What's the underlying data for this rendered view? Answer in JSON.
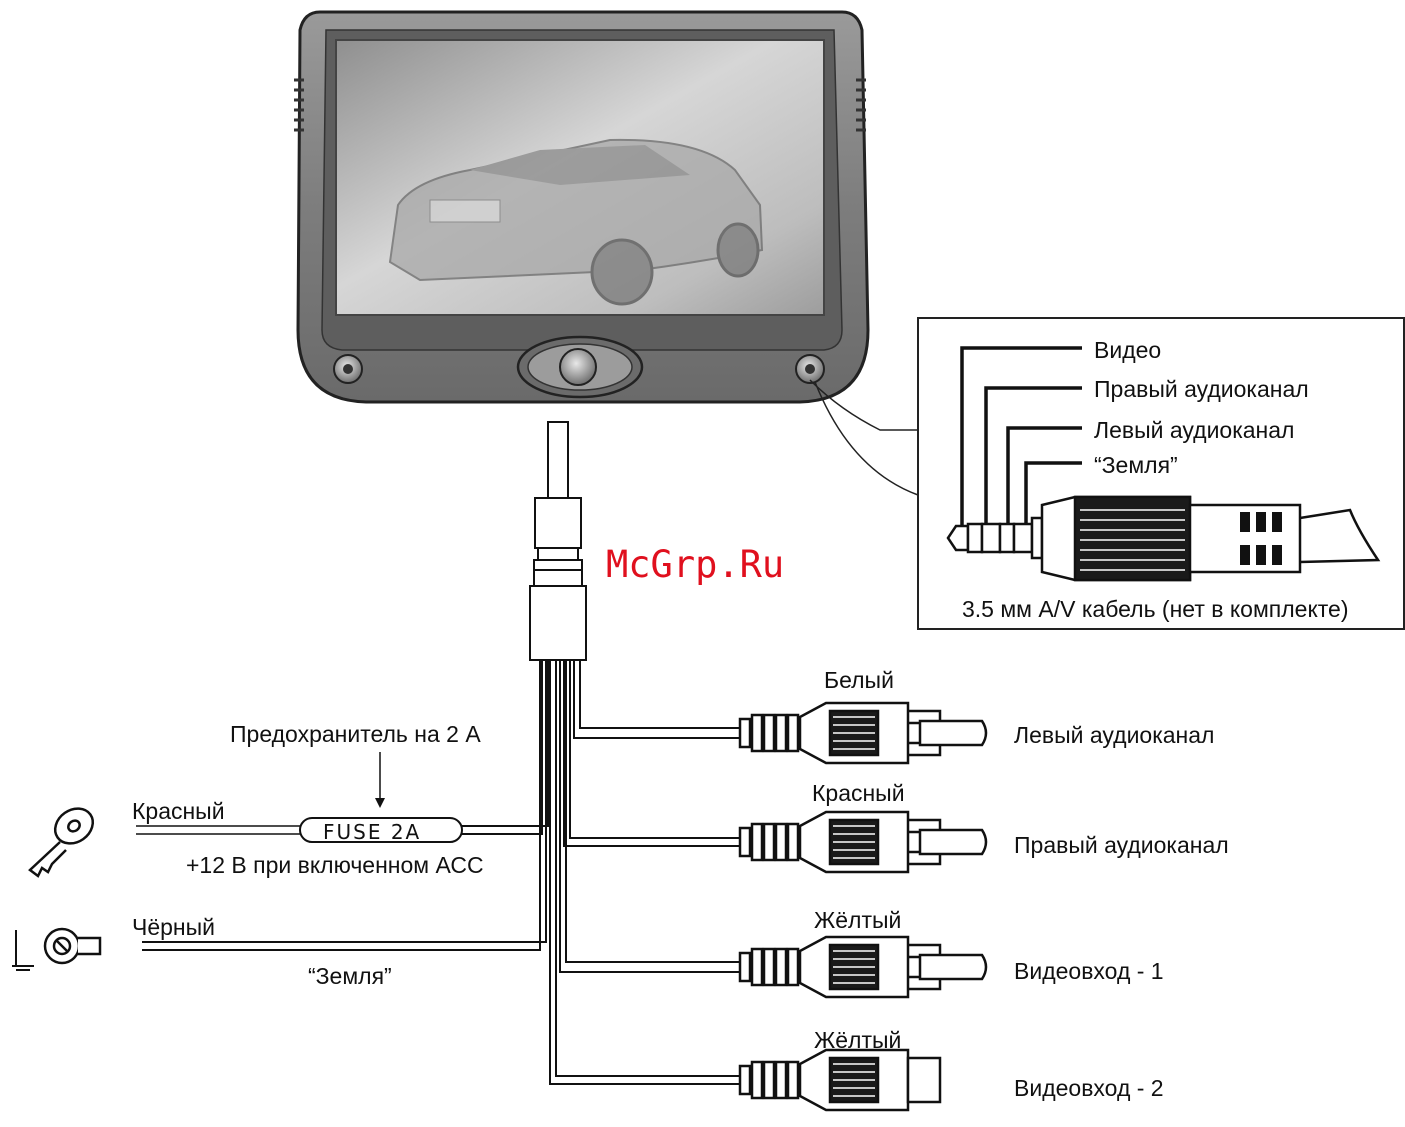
{
  "watermark": "McGrp.Ru",
  "av_jack": {
    "video": "Видео",
    "right_audio": "Правый аудиоканал",
    "left_audio": "Левый аудиоканал",
    "ground": "“Земля”",
    "caption": "3.5 мм A/V кабель (нет в комплекте)"
  },
  "power": {
    "fuse_callout": "Предохранитель на 2 А",
    "fuse_label": "FUSE 2A",
    "red_wire": "Красный",
    "acc_note": "+12 В при включенном АСС",
    "black_wire": "Чёрный",
    "ground_note": "“Земля”"
  },
  "rca": [
    {
      "color": "Белый",
      "signal": "Левый аудиоканал"
    },
    {
      "color": "Красный",
      "signal": "Правый аудиоканал"
    },
    {
      "color": "Жёлтый",
      "signal": "Видеовход - 1"
    },
    {
      "color": "Жёлтый",
      "signal": "Видеовход - 2"
    }
  ]
}
